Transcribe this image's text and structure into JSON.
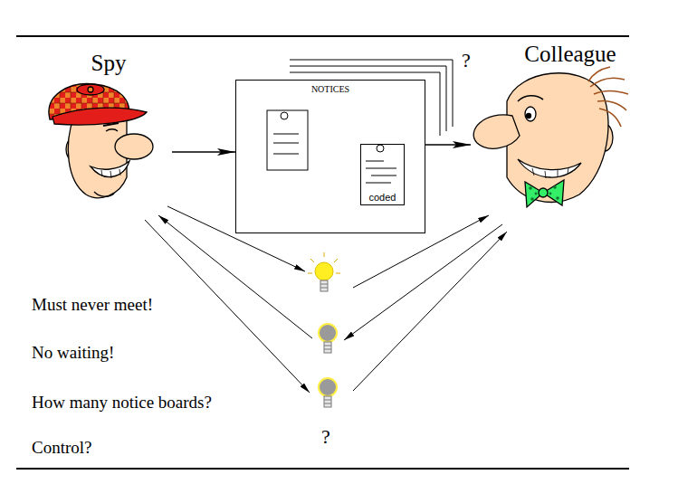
{
  "diagram": {
    "nodes": [
      {
        "text": [
          "Spy"
        ]
      },
      {
        "text": [
          "NOTICES"
        ]
      },
      {
        "text": [
          "coded"
        ],
        "in": 1
      },
      {
        "text": [
          "Colleague"
        ]
      }
    ],
    "edges": [
      {
        "from": 0,
        "to": 1,
        "arrow": "to"
      },
      {
        "from": 1,
        "to": 3,
        "arrow": "to"
      }
    ],
    "labels": [
      "?",
      "Must never meet!",
      "No waiting!",
      "How many notice boards?",
      "Control?",
      "?"
    ]
  }
}
